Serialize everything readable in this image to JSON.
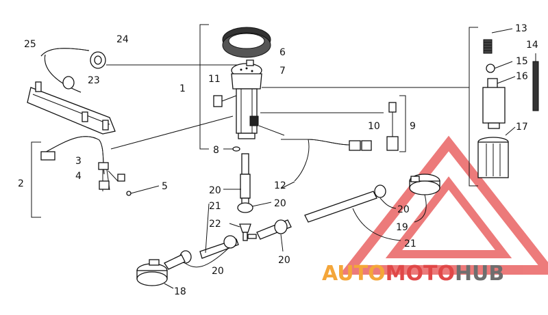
{
  "labels": {
    "l1": "1",
    "l2": "2",
    "l3": "3",
    "l4": "4",
    "l5": "5",
    "l6": "6",
    "l7": "7",
    "l8": "8",
    "l9": "9",
    "l10": "10",
    "l11": "11",
    "l12": "12",
    "l13": "13",
    "l14": "14",
    "l15": "15",
    "l16": "16",
    "l17": "17",
    "l18": "18",
    "l19": "19",
    "l20a": "20",
    "l20b": "20",
    "l20c": "20",
    "l20d": "20",
    "l20e": "20",
    "l21a": "21",
    "l21b": "21",
    "l22": "22",
    "l23": "23",
    "l24": "24",
    "l25": "25"
  },
  "watermark": {
    "part1": "AUTO",
    "part2": "MOTO",
    "part3": "HUB",
    "color_orange": "#f4a63a",
    "color_red": "#e04848",
    "color_gray": "#6e6e6e",
    "triangle_color": "#e85a5a"
  }
}
